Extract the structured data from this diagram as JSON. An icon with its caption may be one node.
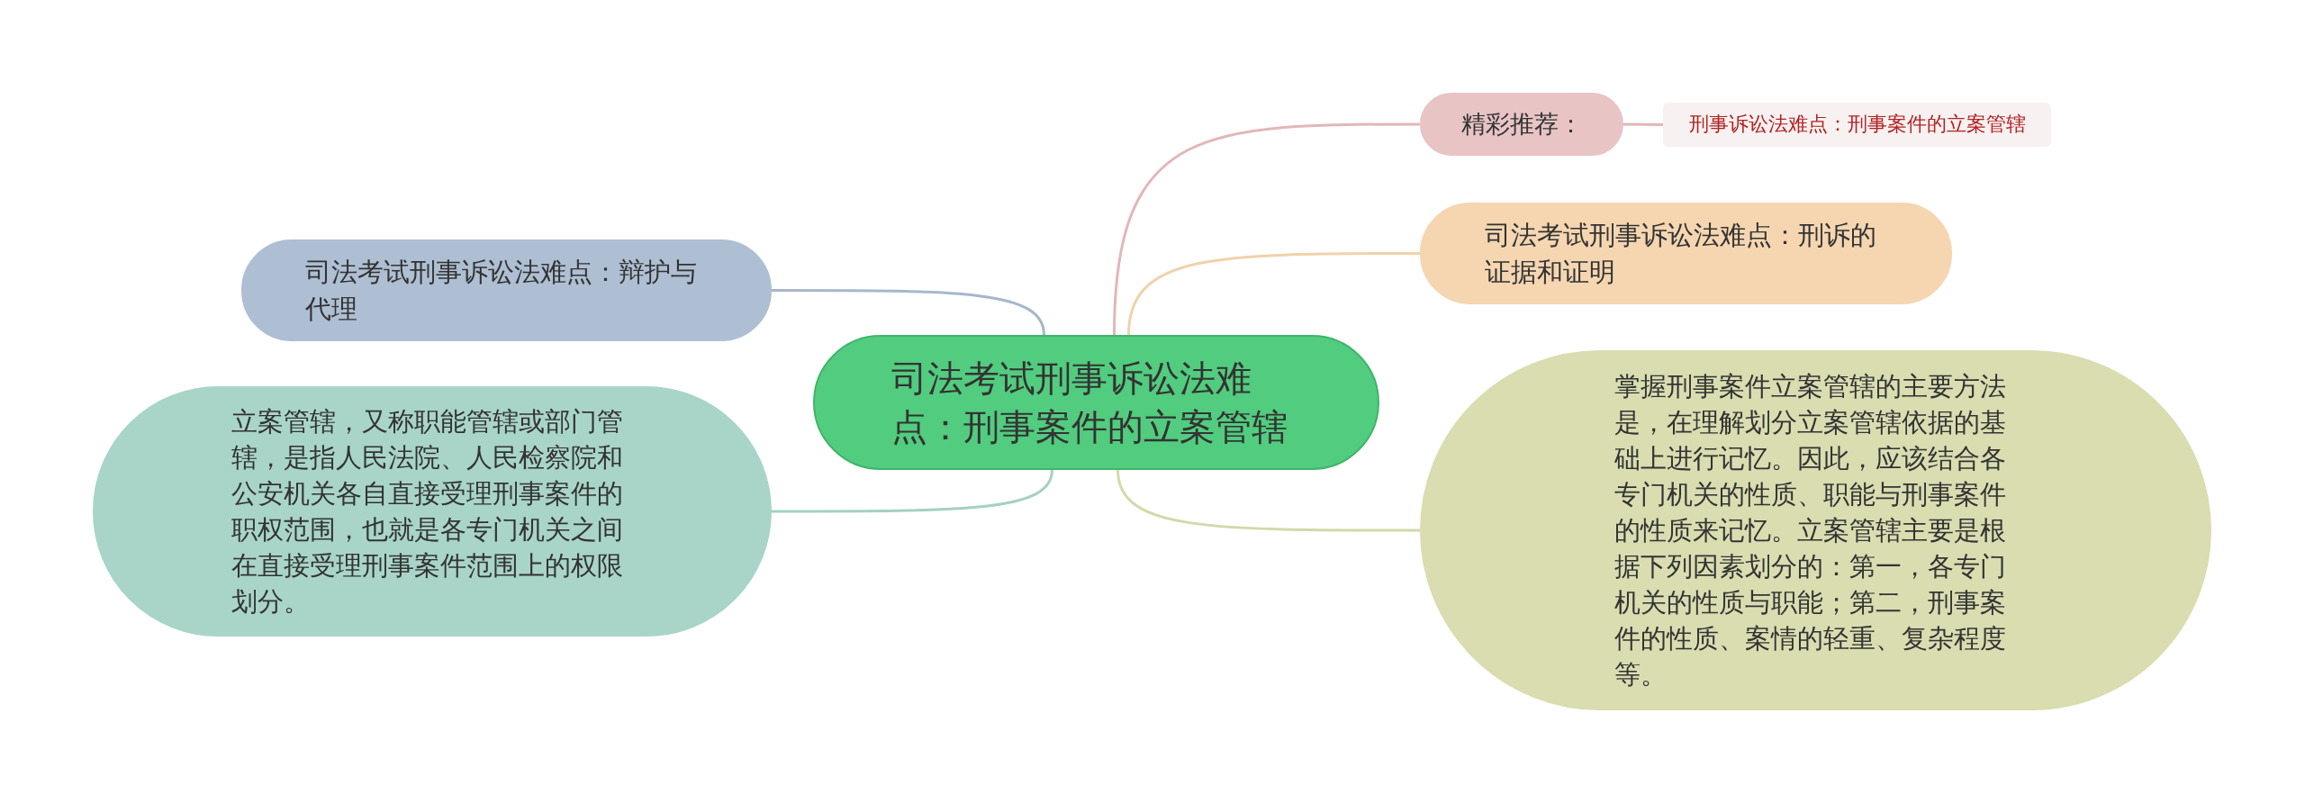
{
  "diagram": {
    "nodes": [
      {
        "text": [
          "司法考试刑事诉讼法难点：刑事案件的立案管辖"
        ]
      },
      {
        "text": [
          "精彩推荐："
        ]
      },
      {
        "text": [
          "刑事诉讼法难点：刑事案件的立案管辖"
        ]
      },
      {
        "text": [
          "司法考试刑事诉讼法难点：刑诉的证据和证明"
        ]
      },
      {
        "text": [
          "掌握刑事案件立案管辖的主要方法是，在理解划分立案管辖依据的基础上进行记忆。因此，应该结合各专门机关的性质、职能与刑事案件的性质来记忆。立案管辖主要是根据下列因素划分的：第一，各专门机关的性质与职能；第二，刑事案件的性质、案情的轻重、复杂程度等。"
        ]
      },
      {
        "text": [
          "司法考试刑事诉讼法难点：辩护与代理"
        ]
      },
      {
        "text": [
          "立案管辖，又称职能管辖或部门管辖，是指人民法院、人民检察院和公安机关各自直接受理刑事案件的职权范围，也就是各专门机关之间在直接受理刑事案件范围上的权限划分。"
        ]
      }
    ],
    "edges": [
      {
        "from": 0,
        "to": 1,
        "arrow": "none",
        "color": "#e2b7b7"
      },
      {
        "from": 1,
        "to": 2,
        "arrow": "none",
        "color": "#e2b7b7"
      },
      {
        "from": 0,
        "to": 3,
        "arrow": "none",
        "color": "#f0d2aa"
      },
      {
        "from": 0,
        "to": 4,
        "arrow": "none",
        "color": "#d3d9a8"
      },
      {
        "from": 0,
        "to": 5,
        "arrow": "none",
        "color": "#a7b7c9"
      },
      {
        "from": 0,
        "to": 6,
        "arrow": "none",
        "color": "#a3d1c4"
      }
    ]
  }
}
